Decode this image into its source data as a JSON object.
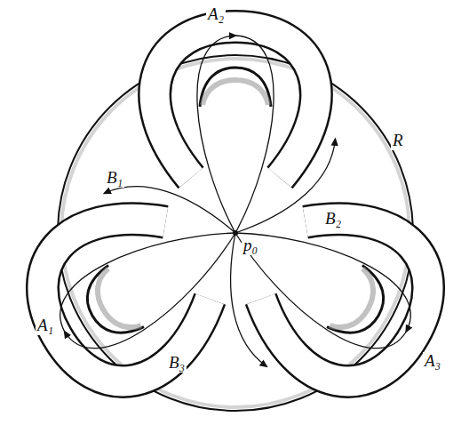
{
  "diagram": {
    "labels": [
      "A₂",
      "B₁",
      "B₂",
      "R",
      "p₀",
      "A₁",
      "B₃",
      "A₃"
    ]
  }
}
